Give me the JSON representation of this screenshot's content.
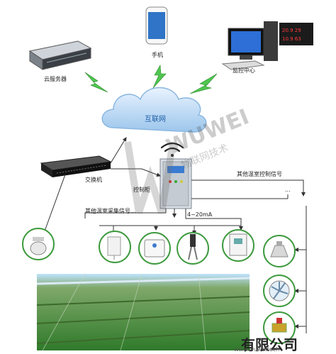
{
  "nodes": {
    "cloud_server": "云服务器",
    "phone": "手机",
    "monitor_center": "监控中心",
    "internet": "互联网",
    "switch": "交换机",
    "control_cabinet": "控制柜",
    "other_control": "其他温室控制信号",
    "other_collect": "其他温室采集信号...",
    "current": "4~20mA",
    "dots": "..."
  },
  "watermark": {
    "brand": "WUWEI",
    "brand_cn": "物联网技术"
  },
  "bottom_caption": "有限公司",
  "bottom_url": "www.wuweitech"
}
